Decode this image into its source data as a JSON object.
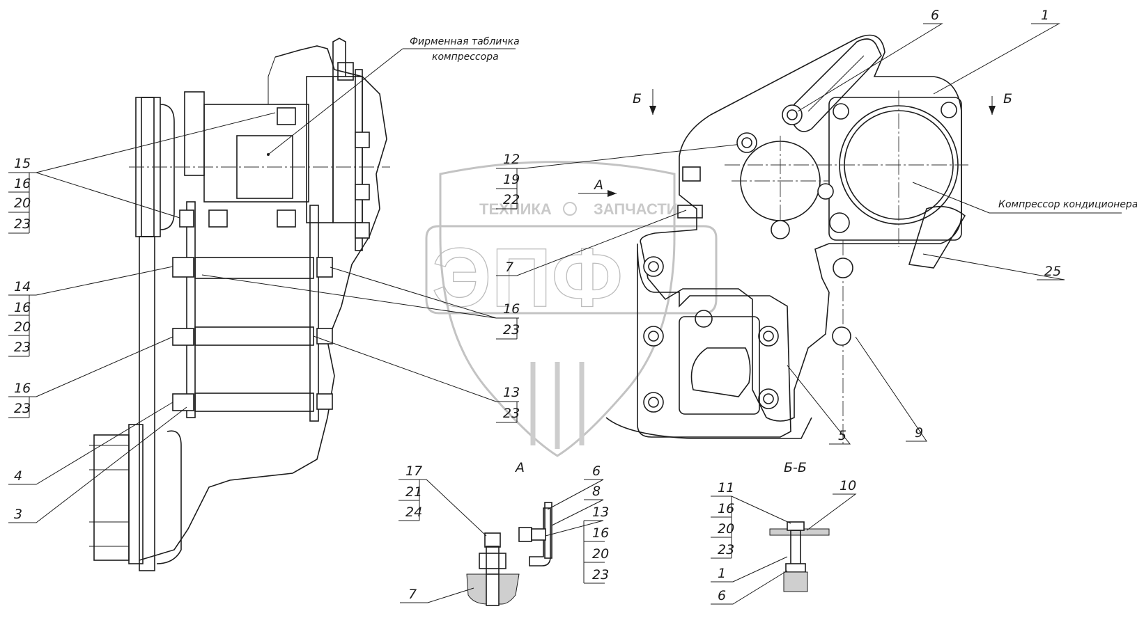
{
  "notes": {
    "nameplate_line1": "Фирменная табличка",
    "nameplate_line2": "компрессора",
    "compressor": "Компрессор кондиционера"
  },
  "views": {
    "view_a": "А",
    "view_a_arrow": "А",
    "section_bb": "Б-Б",
    "section_mark_left": "Б",
    "section_mark_right": "Б"
  },
  "callouts": {
    "c15": [
      "15",
      "16",
      "20",
      "23"
    ],
    "c14": [
      "14",
      "16",
      "20",
      "23"
    ],
    "c16": [
      "16",
      "23"
    ],
    "c4": "4",
    "c3": "3",
    "c12": [
      "12",
      "19",
      "22"
    ],
    "c7": "7",
    "c16b": [
      "16",
      "23"
    ],
    "c13": [
      "13",
      "23"
    ],
    "c6": "6",
    "c1": "1",
    "c25": "25",
    "c5": "5",
    "c9": "9",
    "a17": [
      "17",
      "21",
      "24"
    ],
    "a7": "7",
    "a_right": [
      "6",
      "8",
      "13",
      "16",
      "20",
      "23"
    ],
    "b11": [
      "11",
      "16",
      "20",
      "23"
    ],
    "b10": "10",
    "b1": "1",
    "b6": "6"
  },
  "watermark": {
    "brand": "ЭПФ",
    "left_word": "ТЕХНИКА",
    "right_word": "ЗАПЧАСТИ"
  }
}
